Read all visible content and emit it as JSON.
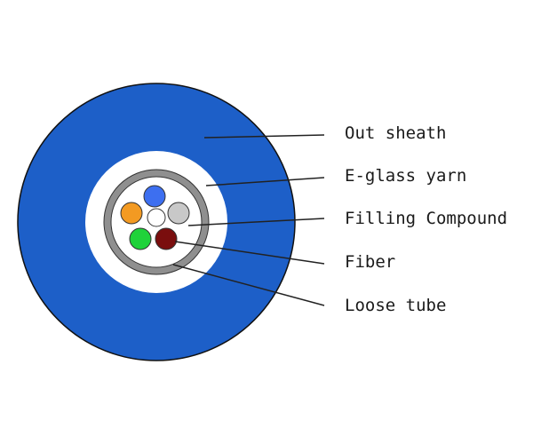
{
  "colors": {
    "sheath": "#1d5fc8",
    "sheath_stroke": "#111111",
    "yarn": "#ffffff",
    "tube": "#8f8f8f",
    "filling": "#ffffff",
    "leader": "#222222"
  },
  "fibers": [
    {
      "name": "blue-fiber",
      "color": "#3d6ff0"
    },
    {
      "name": "gray-fiber",
      "color": "#c8c8c8"
    },
    {
      "name": "brown-fiber",
      "color": "#7a0e0e"
    },
    {
      "name": "green-fiber",
      "color": "#1fd23a"
    },
    {
      "name": "orange-fiber",
      "color": "#f39a22"
    },
    {
      "name": "white-fiber",
      "color": "#ffffff"
    }
  ],
  "labels": {
    "out_sheath": "Out sheath",
    "e_glass_yarn": "E-glass yarn",
    "filling_compound": "Filling Compound",
    "fiber": "Fiber",
    "loose_tube": "Loose tube"
  }
}
